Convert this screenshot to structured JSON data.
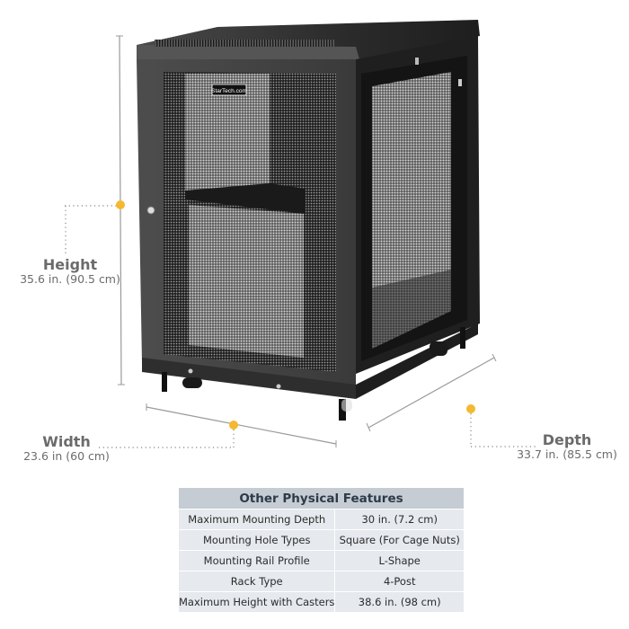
{
  "product": {
    "brand_badge": "StarTech.com",
    "description": "Black 4-post server rack cabinet with perforated mesh doors, internal shelf, leveling feet and casters"
  },
  "dimensions": {
    "height": {
      "label": "Height",
      "value": "35.6 in. (90.5 cm)"
    },
    "width": {
      "label": "Width",
      "value": "23.6 in (60 cm)"
    },
    "depth": {
      "label": "Depth",
      "value": "33.7 in. (85.5 cm)"
    }
  },
  "accent_color": "#f5b82e",
  "features_table": {
    "title": "Other Physical Features",
    "rows": [
      {
        "feature": "Maximum Mounting Depth",
        "value": "30 in. (7.2 cm)"
      },
      {
        "feature": "Mounting Hole Types",
        "value": "Square (For Cage Nuts)"
      },
      {
        "feature": "Mounting Rail Profile",
        "value": "L-Shape"
      },
      {
        "feature": "Rack Type",
        "value": "4-Post"
      },
      {
        "feature": "Maximum Height with Casters",
        "value": "38.6 in. (98 cm)"
      }
    ]
  }
}
